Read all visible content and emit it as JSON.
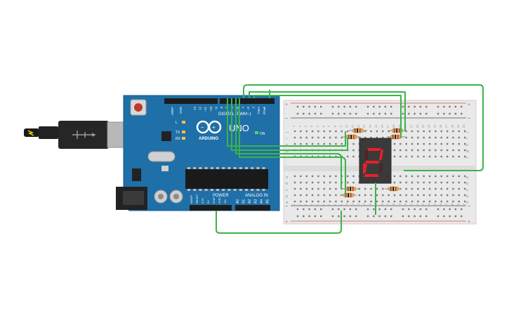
{
  "arduino": {
    "board_name": "UNO",
    "brand": "ARDUINO",
    "on_label": "ON",
    "aref": "AREF",
    "gnd": "GND",
    "digital_pins": [
      "13",
      "12",
      "~11",
      "~10",
      "~9",
      "8",
      "7",
      "~6",
      "~5",
      "4",
      "~3",
      "2",
      "TX▸1",
      "RX◂0"
    ],
    "digital_label": "DIGITAL (PWM~)",
    "led_labels": [
      "L",
      "TX",
      "RX"
    ],
    "power_label": "POWER",
    "analog_label": "ANALOG IN",
    "power_pins": [
      "IOREF",
      "RESET",
      "3.3V",
      "5V",
      "GND",
      "GND",
      "Vin"
    ],
    "analog_pins": [
      "A0",
      "A1",
      "A2",
      "A3",
      "A4",
      "A5"
    ]
  },
  "breadboard": {
    "column_numbers": [
      "1",
      "2",
      "3",
      "4",
      "5",
      "6",
      "7",
      "8",
      "9",
      "10",
      "11",
      "12",
      "13",
      "14",
      "15",
      "16",
      "17",
      "18",
      "19",
      "20",
      "21",
      "22",
      "23",
      "24",
      "25",
      "26",
      "27",
      "28",
      "29",
      "30"
    ],
    "rows_top": [
      "j",
      "i",
      "h",
      "g",
      "f"
    ],
    "rows_bottom": [
      "e",
      "d",
      "c",
      "b",
      "a"
    ],
    "rail_plus": "+",
    "rail_minus": "−"
  },
  "display": {
    "digit": "2",
    "segment_color": "#e8202a",
    "lit_segments": [
      "a",
      "b",
      "g",
      "e",
      "d"
    ]
  },
  "colors": {
    "board": "#1f6fa8",
    "wire": "#3bb44a",
    "breadboard": "#e9e9e9"
  }
}
